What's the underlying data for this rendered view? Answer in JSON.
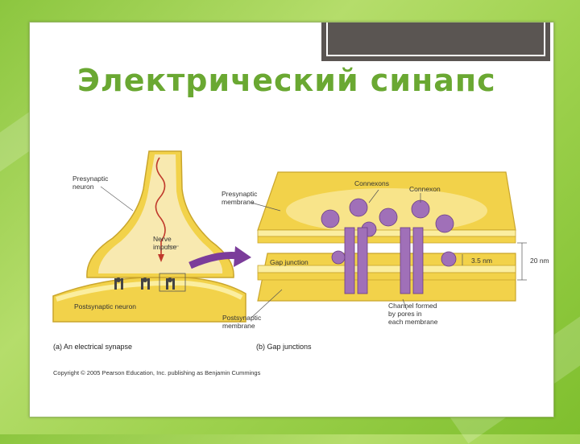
{
  "slide": {
    "title": "Электрический синапс"
  },
  "figure": {
    "panel_a": {
      "labels": {
        "presynaptic_neuron": [
          "Presynaptic",
          "neuron"
        ],
        "nerve_impulse": [
          "Nerve",
          "impulse"
        ],
        "postsynaptic_neuron": "Postsynaptic neuron"
      },
      "caption": "(a) An electrical synapse"
    },
    "panel_b": {
      "labels": {
        "presynaptic_membrane": [
          "Presynaptic",
          "membrane"
        ],
        "connexons": "Connexons",
        "connexon": "Connexon",
        "gap_junction": "Gap junction",
        "gap_width": "3.5 nm",
        "total_width": "20 nm",
        "postsynaptic_membrane": [
          "Postsynaptic",
          "membrane"
        ],
        "channel": [
          "Channel formed",
          "by pores in",
          "each membrane"
        ]
      },
      "caption": "(b) Gap junctions"
    },
    "copyright": "Copyright © 2005 Pearson Education, Inc. publishing as Benjamin Cummings"
  },
  "colors": {
    "background_green": "#8cc63f",
    "title_green": "#6aa832",
    "membrane_yellow": "#f2d24a",
    "membrane_light": "#fbeea0",
    "protein_purple": "#a070b8",
    "arrow_purple": "#7b3c9a"
  }
}
